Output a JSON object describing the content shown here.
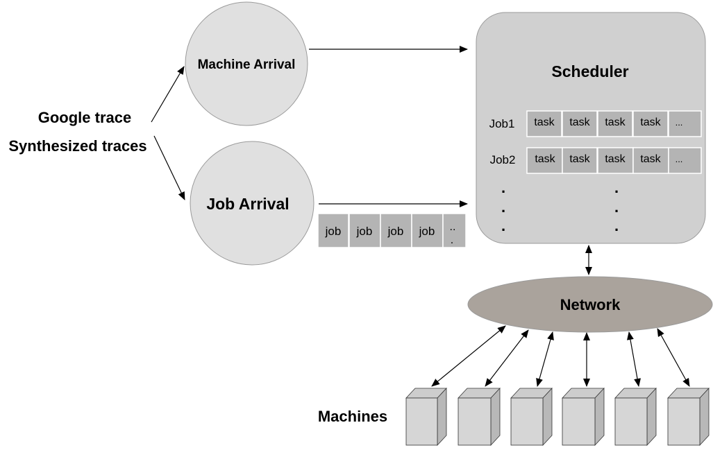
{
  "sources": {
    "google_trace": "Google trace",
    "synthesized_traces": "Synthesized traces"
  },
  "machine_arrival": {
    "label": "Machine Arrival"
  },
  "job_arrival": {
    "label": "Job Arrival"
  },
  "job_queue": {
    "cells": [
      "job",
      "job",
      "job",
      "job"
    ],
    "more_line1": "..",
    "more_line2": "."
  },
  "scheduler": {
    "title": "Scheduler",
    "rows": [
      {
        "label": "Job1",
        "tasks": [
          "task",
          "task",
          "task",
          "task"
        ],
        "more": "..."
      },
      {
        "label": "Job2",
        "tasks": [
          "task",
          "task",
          "task",
          "task"
        ],
        "more": "..."
      }
    ],
    "vertical_dots": "."
  },
  "network": {
    "label": "Network"
  },
  "machines": {
    "label": "Machines"
  },
  "colors": {
    "circle_fill": "#e0e0e0",
    "scheduler_fill": "#d0d0d0",
    "cell_fill": "#b4b4b4",
    "network_fill": "#aaa39c",
    "machine_front": "#d6d6d6",
    "machine_side": "#b8b8b8",
    "machine_top": "#cdcdcd"
  }
}
